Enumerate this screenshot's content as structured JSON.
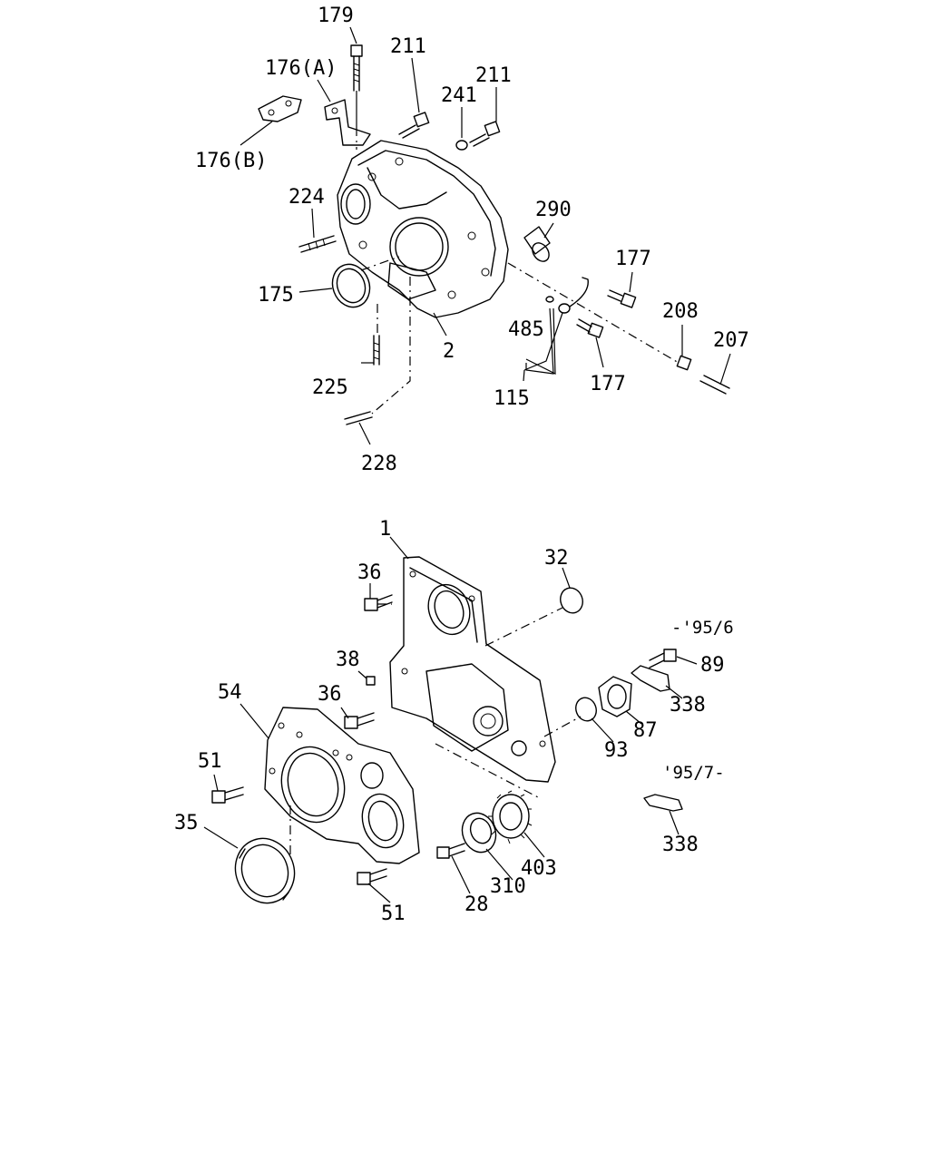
{
  "callouts_top": {
    "c179": "179",
    "c176a": "176(A)",
    "c211a": "211",
    "c241": "241",
    "c211b": "211",
    "c176b": "176(B)",
    "c224": "224",
    "c290": "290",
    "c177a": "177",
    "c175": "175",
    "c485": "485",
    "c208": "208",
    "c207": "207",
    "c2": "2",
    "c225": "225",
    "c177b": "177",
    "c115": "115",
    "c228": "228"
  },
  "callouts_bottom": {
    "c1": "1",
    "c32": "32",
    "c36a": "36",
    "c38": "38",
    "c36b": "36",
    "c54": "54",
    "c51a": "51",
    "c35": "35",
    "c51b": "51",
    "c28": "28",
    "c310": "310",
    "c403": "403",
    "c89": "89",
    "c338a": "338",
    "c87": "87",
    "c93": "93",
    "c338b": "338"
  },
  "notes": {
    "until_date": "-'95/6",
    "from_date": "'95/7-"
  }
}
